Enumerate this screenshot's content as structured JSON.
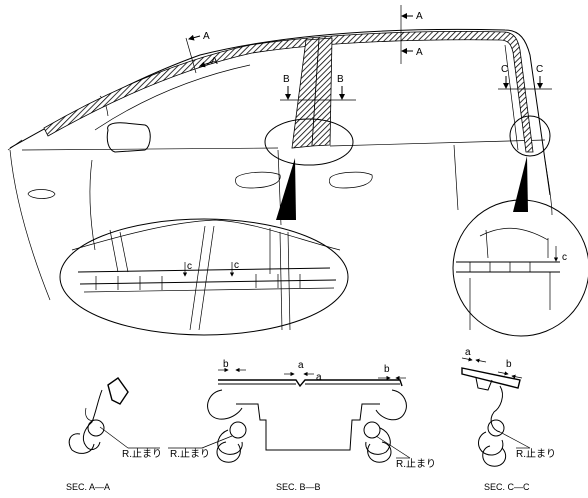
{
  "diagram": {
    "section_markers": {
      "a": "A",
      "b": "B",
      "c": "C"
    },
    "dimension_labels": {
      "a": "a",
      "b": "b",
      "c": "c"
    },
    "stop_label": "R.止まり",
    "captions": {
      "sec_a": "SEC. A—A",
      "sec_b": "SEC. B—B",
      "sec_c": "SEC. C—C"
    }
  }
}
